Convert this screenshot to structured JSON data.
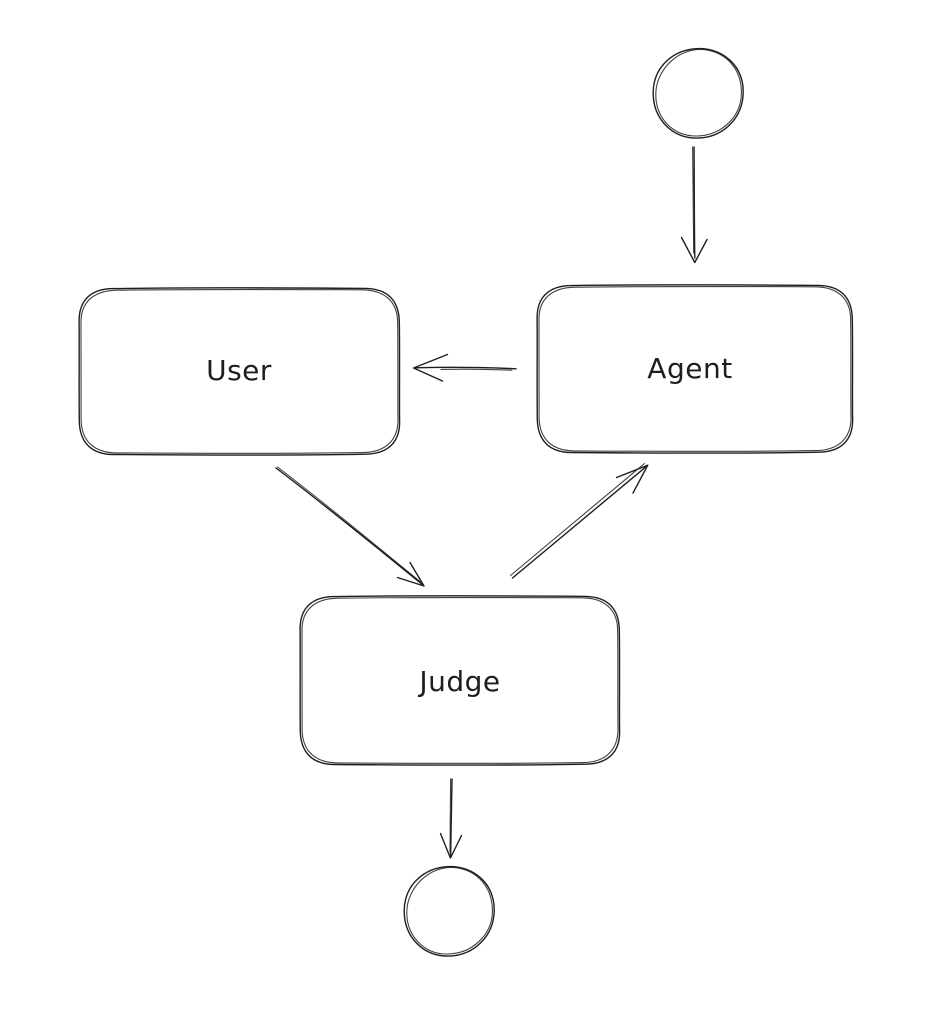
{
  "canvas": {
    "background_color": "#ffffff",
    "stroke_color": "#1e1e1e",
    "style": "hand-drawn"
  },
  "diagram": {
    "nodes": {
      "start": {
        "shape": "circle",
        "label": "",
        "role": "start-terminator"
      },
      "user": {
        "shape": "rounded-rectangle",
        "label": "User"
      },
      "agent": {
        "shape": "rounded-rectangle",
        "label": "Agent"
      },
      "judge": {
        "shape": "rounded-rectangle",
        "label": "Judge"
      },
      "end": {
        "shape": "circle",
        "label": "",
        "role": "end-terminator"
      }
    },
    "edges": [
      {
        "from": "start",
        "to": "agent",
        "style": "arrow"
      },
      {
        "from": "agent",
        "to": "user",
        "style": "arrow"
      },
      {
        "from": "user",
        "to": "judge",
        "style": "arrow"
      },
      {
        "from": "judge",
        "to": "agent",
        "style": "arrow"
      },
      {
        "from": "judge",
        "to": "end",
        "style": "arrow"
      }
    ]
  }
}
